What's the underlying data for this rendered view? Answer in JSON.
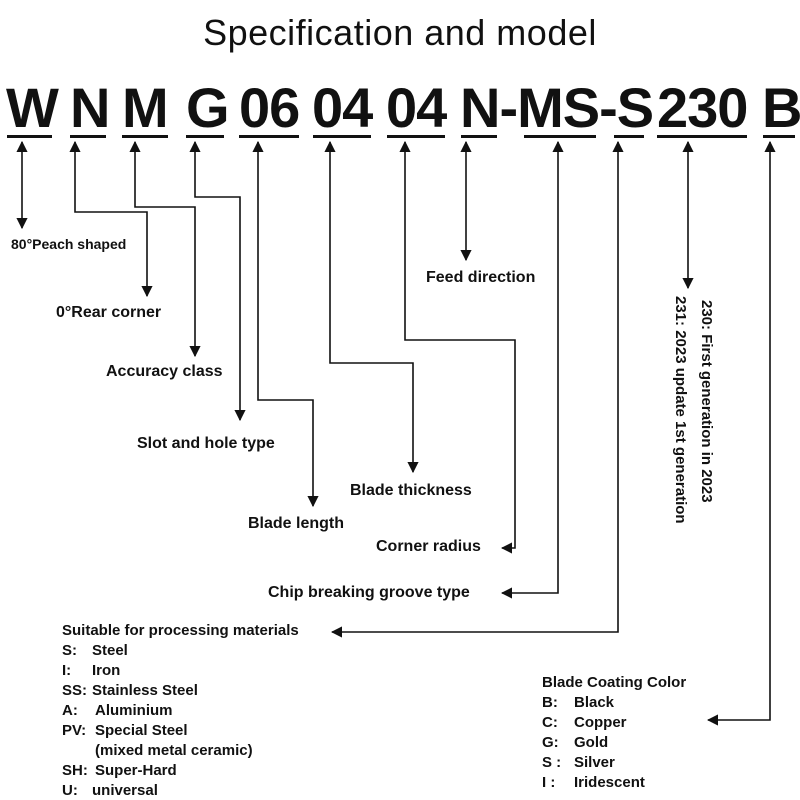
{
  "title": "Specification and model",
  "code_parts": [
    "W",
    "N",
    "M",
    "G",
    "06",
    "04",
    "04",
    "N-MS-S",
    "230",
    "B"
  ],
  "labels": {
    "shape": "80°Peach shaped",
    "rear_corner": "0°Rear corner",
    "accuracy": "Accuracy class",
    "slot": "Slot and hole type",
    "length": "Blade length",
    "thickness": "Blade thickness",
    "radius": "Corner radius",
    "feed": "Feed direction",
    "chip": "Chip breaking groove type"
  },
  "generation": {
    "line1": "230: First generation in 2023",
    "line2": "231: 2023 update 1st generation"
  },
  "materials": {
    "title": "Suitable for processing materials",
    "items": [
      {
        "code": "S:",
        "name": "Steel"
      },
      {
        "code": "I:",
        "name": "Iron"
      },
      {
        "code": "SS:",
        "name": "Stainless Steel"
      },
      {
        "code": "A:",
        "name": "Aluminium"
      },
      {
        "code": "PV:",
        "name": "Special Steel"
      },
      {
        "code": "",
        "name": "(mixed metal ceramic)"
      },
      {
        "code": "SH:",
        "name": "Super-Hard"
      },
      {
        "code": "U:",
        "name": "universal"
      }
    ]
  },
  "coating": {
    "title": "Blade Coating Color",
    "items": [
      {
        "code": "B:",
        "name": "Black"
      },
      {
        "code": "C:",
        "name": "Copper"
      },
      {
        "code": "G:",
        "name": "Gold"
      },
      {
        "code": "S :",
        "name": "Silver"
      },
      {
        "code": "I :",
        "name": "Iridescent"
      }
    ]
  }
}
